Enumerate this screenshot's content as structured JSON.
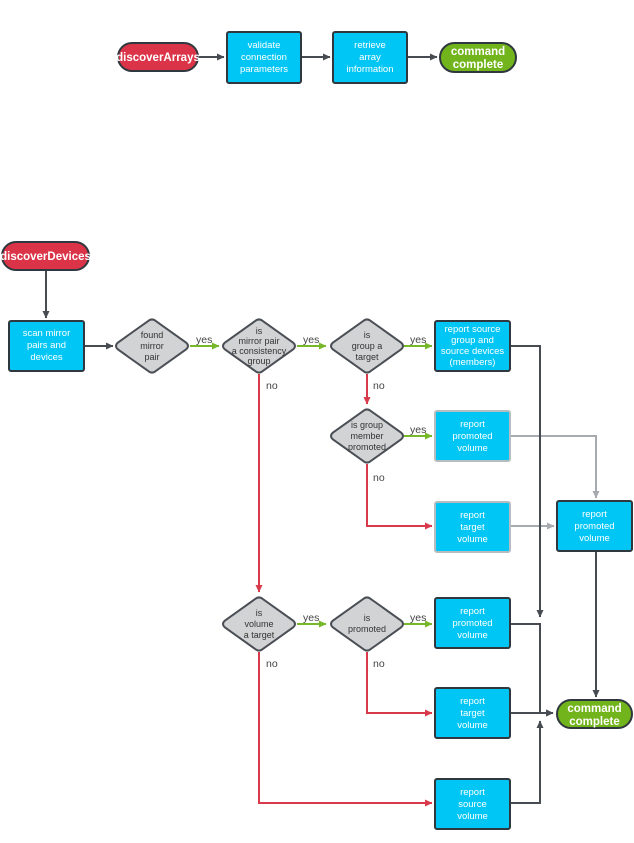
{
  "colors": {
    "process": "#00c6f5",
    "process_border": "#30383f",
    "process_muted_border": "#b7bcc0",
    "start_terminal": "#db3347",
    "end_terminal": "#72b41b",
    "decision_fill": "#d2d3d5",
    "decision_border": "#4a4f55",
    "arrow_dark": "#474c52",
    "arrow_yes": "#76b82a",
    "arrow_no": "#d93a4b",
    "arrow_muted": "#a7abaf"
  },
  "flow_arrays": {
    "start": "discoverArrays",
    "validate": [
      "validate",
      "connection",
      "parameters"
    ],
    "retrieve": [
      "retrieve",
      "array",
      "information"
    ],
    "end": [
      "command",
      "complete"
    ]
  },
  "flow_devices": {
    "start": "discoverDevices",
    "scan": [
      "scan mirror",
      "pairs and",
      "devices"
    ],
    "d_found": [
      "found",
      "mirror",
      "pair"
    ],
    "d_consistency": [
      "is",
      "mirror pair",
      "a consistency",
      "group"
    ],
    "d_group_target": [
      "is",
      "group a",
      "target"
    ],
    "d_member_promoted": [
      "is group",
      "member",
      "promoted"
    ],
    "d_volume_target": [
      "is",
      "volume",
      "a target"
    ],
    "d_promoted": [
      "is",
      "promoted"
    ],
    "report_source_group": [
      "report source",
      "group and",
      "source devices",
      "(members)"
    ],
    "report_promoted_member": [
      "report",
      "promoted",
      "volume"
    ],
    "report_target_member": [
      "report",
      "target",
      "volume"
    ],
    "report_promoted_merged": [
      "report",
      "promoted",
      "volume"
    ],
    "report_promoted_volume": [
      "report",
      "promoted",
      "volume"
    ],
    "report_target_volume": [
      "report",
      "target",
      "volume"
    ],
    "report_source_volume": [
      "report",
      "source",
      "volume"
    ],
    "end": [
      "command",
      "complete"
    ],
    "labels": {
      "yes": "yes",
      "no": "no"
    }
  }
}
